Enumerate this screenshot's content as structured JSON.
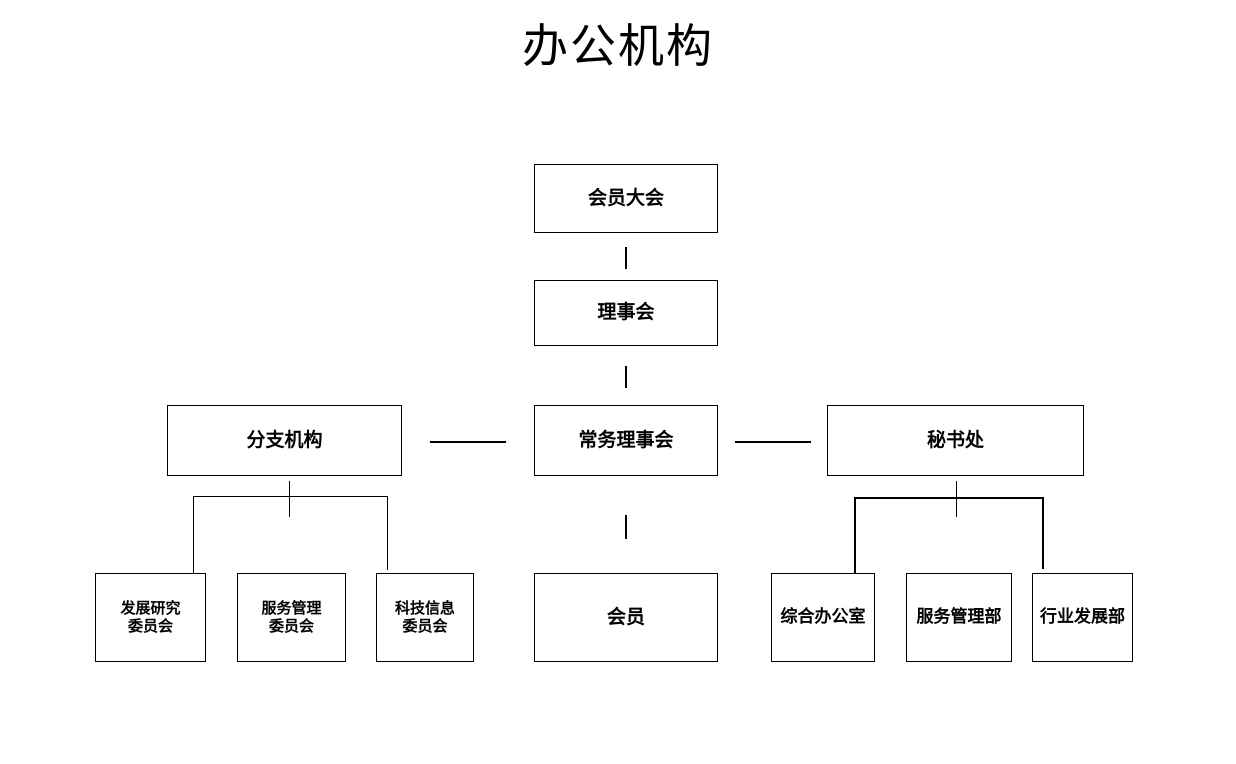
{
  "title": "办公机构",
  "nodes": {
    "general_assembly": "会员大会",
    "council": "理事会",
    "standing_council": "常务理事会",
    "branches": "分支机构",
    "secretariat": "秘书处",
    "members": "会员",
    "dev_research_line1": "发展研究",
    "dev_research_line2": "委员会",
    "service_mgmt_line1": "服务管理",
    "service_mgmt_line2": "委员会",
    "tech_info_line1": "科技信息",
    "tech_info_line2": "委员会",
    "general_office": "综合办公室",
    "service_mgmt_dept": "服务管理部",
    "industry_dev_dept": "行业发展部"
  }
}
